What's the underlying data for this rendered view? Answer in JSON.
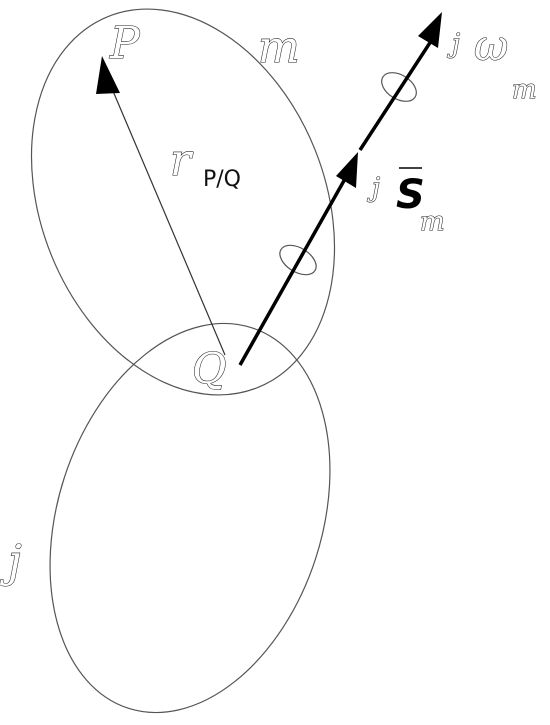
{
  "labels": {
    "point_p": "P",
    "body_m": "m",
    "vector_r": "r",
    "vector_r_sub": "P/Q",
    "point_q": "Q",
    "body_j": "j",
    "omega_pre": "j",
    "omega": "ω",
    "omega_sub": "m",
    "screw_pre": "j",
    "screw": "S",
    "screw_sub": "m"
  },
  "colors": {
    "outline": "#555555",
    "thin_arrow": "#333333",
    "thick_arrow": "#000000"
  }
}
